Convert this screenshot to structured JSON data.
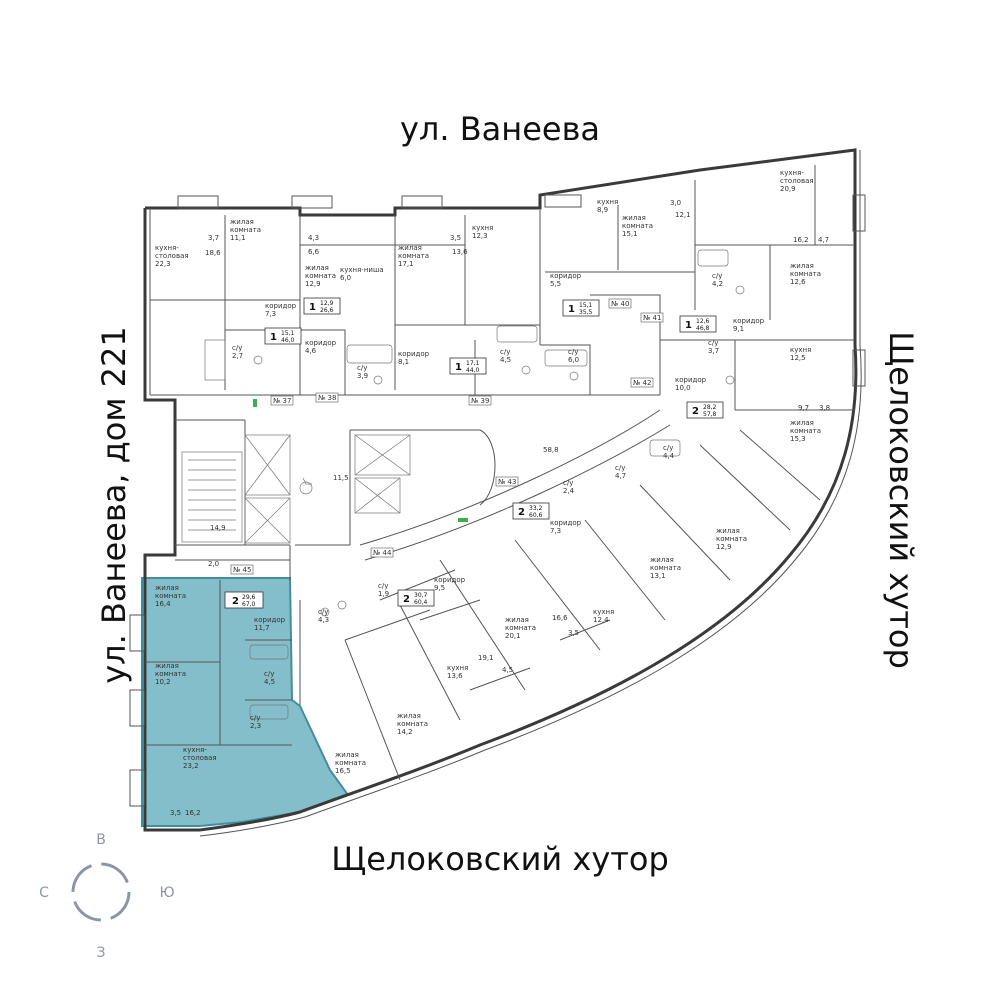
{
  "streets": {
    "top": "ул. Ванеева",
    "left": "ул. Ванеева, дом 221",
    "right": "Щелоковский хутор",
    "bottom": "Щелоковский хутор"
  },
  "colors": {
    "highlight_fill": "#6fb3c2",
    "highlight_stroke": "#3e8fa1",
    "wall": "#3a3a3a",
    "compass": "#8a96a8"
  },
  "compass": {
    "north": "В",
    "west": "С",
    "east": "Ю",
    "south": "З"
  },
  "highlighted_apartment": {
    "rooms": "2",
    "living_area": "29,6",
    "total_area": "67,0"
  },
  "labels": [
    {
      "id": "r1",
      "lines": [
        "кухня-",
        "столовая",
        "22,3"
      ]
    },
    {
      "id": "r2",
      "lines": [
        "жилая",
        "комната",
        "11,1"
      ]
    },
    {
      "id": "r3",
      "lines": [
        "3,7"
      ]
    },
    {
      "id": "r4",
      "lines": [
        "18,6"
      ]
    },
    {
      "id": "r5",
      "lines": [
        "коридор",
        "7,3"
      ]
    },
    {
      "id": "r6",
      "lines": [
        "с/у",
        "2,7"
      ]
    },
    {
      "id": "r7",
      "lines": [
        "4,3"
      ]
    },
    {
      "id": "r8",
      "lines": [
        "6,6"
      ]
    },
    {
      "id": "r9",
      "lines": [
        "жилая",
        "комната",
        "12,9"
      ]
    },
    {
      "id": "r10",
      "lines": [
        "кухня-ниша",
        "6,0"
      ]
    },
    {
      "id": "r11",
      "lines": [
        "коридор",
        "4,6"
      ]
    },
    {
      "id": "r12",
      "lines": [
        "с/у",
        "3,9"
      ]
    },
    {
      "id": "r13",
      "lines": [
        "3,5"
      ]
    },
    {
      "id": "r14",
      "lines": [
        "кухня",
        "12,3"
      ]
    },
    {
      "id": "r15",
      "lines": [
        "13,6"
      ]
    },
    {
      "id": "r16",
      "lines": [
        "жилая",
        "комната",
        "17,1"
      ]
    },
    {
      "id": "r17",
      "lines": [
        "коридор",
        "8,1"
      ]
    },
    {
      "id": "r18",
      "lines": [
        "с/у",
        "4,5"
      ]
    },
    {
      "id": "r19",
      "lines": [
        "кухня",
        "8,9"
      ]
    },
    {
      "id": "r20",
      "lines": [
        "3,0"
      ]
    },
    {
      "id": "r21",
      "lines": [
        "12,1"
      ]
    },
    {
      "id": "r22",
      "lines": [
        "жилая",
        "комната",
        "15,1"
      ]
    },
    {
      "id": "r23",
      "lines": [
        "коридор",
        "5,5"
      ]
    },
    {
      "id": "r24",
      "lines": [
        "с/у",
        "6,0"
      ]
    },
    {
      "id": "r25",
      "lines": [
        "кухня-",
        "столовая",
        "20,9"
      ]
    },
    {
      "id": "r26",
      "lines": [
        "16,2"
      ]
    },
    {
      "id": "r27",
      "lines": [
        "4,7"
      ]
    },
    {
      "id": "r28",
      "lines": [
        "с/у",
        "4,2"
      ]
    },
    {
      "id": "r29",
      "lines": [
        "жилая",
        "комната",
        "12,6"
      ]
    },
    {
      "id": "r30",
      "lines": [
        "коридор",
        "9,1"
      ]
    },
    {
      "id": "r31",
      "lines": [
        "кухня",
        "12,5"
      ]
    },
    {
      "id": "r32",
      "lines": [
        "коридор",
        "10,0"
      ]
    },
    {
      "id": "r33",
      "lines": [
        "с/у",
        "3,7"
      ]
    },
    {
      "id": "r34",
      "lines": [
        "9,7"
      ]
    },
    {
      "id": "r35",
      "lines": [
        "3,8"
      ]
    },
    {
      "id": "r36",
      "lines": [
        "жилая",
        "комната",
        "15,3"
      ]
    },
    {
      "id": "r37",
      "lines": [
        "58,8"
      ]
    },
    {
      "id": "r38",
      "lines": [
        "11,5"
      ]
    },
    {
      "id": "r39",
      "lines": [
        "14,9"
      ]
    },
    {
      "id": "r40",
      "lines": [
        "2,0"
      ]
    },
    {
      "id": "r41",
      "lines": [
        "с/у",
        "4,4"
      ]
    },
    {
      "id": "r42",
      "lines": [
        "с/у",
        "4,7"
      ]
    },
    {
      "id": "r43",
      "lines": [
        "с/у",
        "2,4"
      ]
    },
    {
      "id": "r44",
      "lines": [
        "коридор",
        "7,3"
      ]
    },
    {
      "id": "r45",
      "lines": [
        "жилая",
        "комната",
        "12,9"
      ]
    },
    {
      "id": "r46",
      "lines": [
        "жилая",
        "комната",
        "13,1"
      ]
    },
    {
      "id": "r47",
      "lines": [
        "кухня",
        "12,4"
      ]
    },
    {
      "id": "r48",
      "lines": [
        "16,6"
      ]
    },
    {
      "id": "r49",
      "lines": [
        "3,5"
      ]
    },
    {
      "id": "r50",
      "lines": [
        "жилая",
        "комната",
        "20,1"
      ]
    },
    {
      "id": "r51",
      "lines": [
        "19,1"
      ]
    },
    {
      "id": "r52",
      "lines": [
        "кухня",
        "13,6"
      ]
    },
    {
      "id": "r53",
      "lines": [
        "4,5"
      ]
    },
    {
      "id": "r54",
      "lines": [
        "коридор",
        "9,5"
      ]
    },
    {
      "id": "r55",
      "lines": [
        "с/у",
        "1,9"
      ]
    },
    {
      "id": "r56",
      "lines": [
        "с/у",
        "4,3"
      ]
    },
    {
      "id": "r57",
      "lines": [
        "жилая",
        "комната",
        "14,2"
      ]
    },
    {
      "id": "r58",
      "lines": [
        "жилая",
        "комната",
        "16,5"
      ]
    },
    {
      "id": "r59",
      "lines": [
        "жилая",
        "комната",
        "16,4"
      ]
    },
    {
      "id": "r60",
      "lines": [
        "коридор",
        "11,7"
      ]
    },
    {
      "id": "r61",
      "lines": [
        "жилая",
        "комната",
        "10,2"
      ]
    },
    {
      "id": "r62",
      "lines": [
        "с/у",
        "4,5"
      ]
    },
    {
      "id": "r63",
      "lines": [
        "с/у",
        "2,3"
      ]
    },
    {
      "id": "r64",
      "lines": [
        "кухня-",
        "столовая",
        "23,2"
      ]
    },
    {
      "id": "r65",
      "lines": [
        "3,5"
      ]
    },
    {
      "id": "r66",
      "lines": [
        "16,2"
      ]
    }
  ],
  "apartment_boxes": [
    {
      "id": "a1",
      "rooms": "1",
      "living": "15,1",
      "total": "46,0"
    },
    {
      "id": "a2",
      "rooms": "1",
      "living": "12,9",
      "total": "26,6"
    },
    {
      "id": "a3",
      "rooms": "1",
      "living": "17,1",
      "total": "44,0"
    },
    {
      "id": "a4",
      "rooms": "1",
      "living": "15,1",
      "total": "35,5"
    },
    {
      "id": "a5",
      "rooms": "1",
      "living": "12,6",
      "total": "46,8"
    },
    {
      "id": "a6",
      "rooms": "2",
      "living": "28,2",
      "total": "57,8"
    },
    {
      "id": "a7",
      "rooms": "2",
      "living": "33,2",
      "total": "60,6"
    },
    {
      "id": "a8",
      "rooms": "2",
      "living": "30,7",
      "total": "60,4"
    }
  ],
  "apartment_numbers": [
    {
      "id": "n37",
      "text": "№ 37"
    },
    {
      "id": "n38",
      "text": "№ 38"
    },
    {
      "id": "n39",
      "text": "№ 39"
    },
    {
      "id": "n40",
      "text": "№ 40"
    },
    {
      "id": "n41",
      "text": "№ 41"
    },
    {
      "id": "n42",
      "text": "№ 42"
    },
    {
      "id": "n43",
      "text": "№ 43"
    },
    {
      "id": "n44",
      "text": "№ 44"
    },
    {
      "id": "n45",
      "text": "№ 45"
    }
  ]
}
